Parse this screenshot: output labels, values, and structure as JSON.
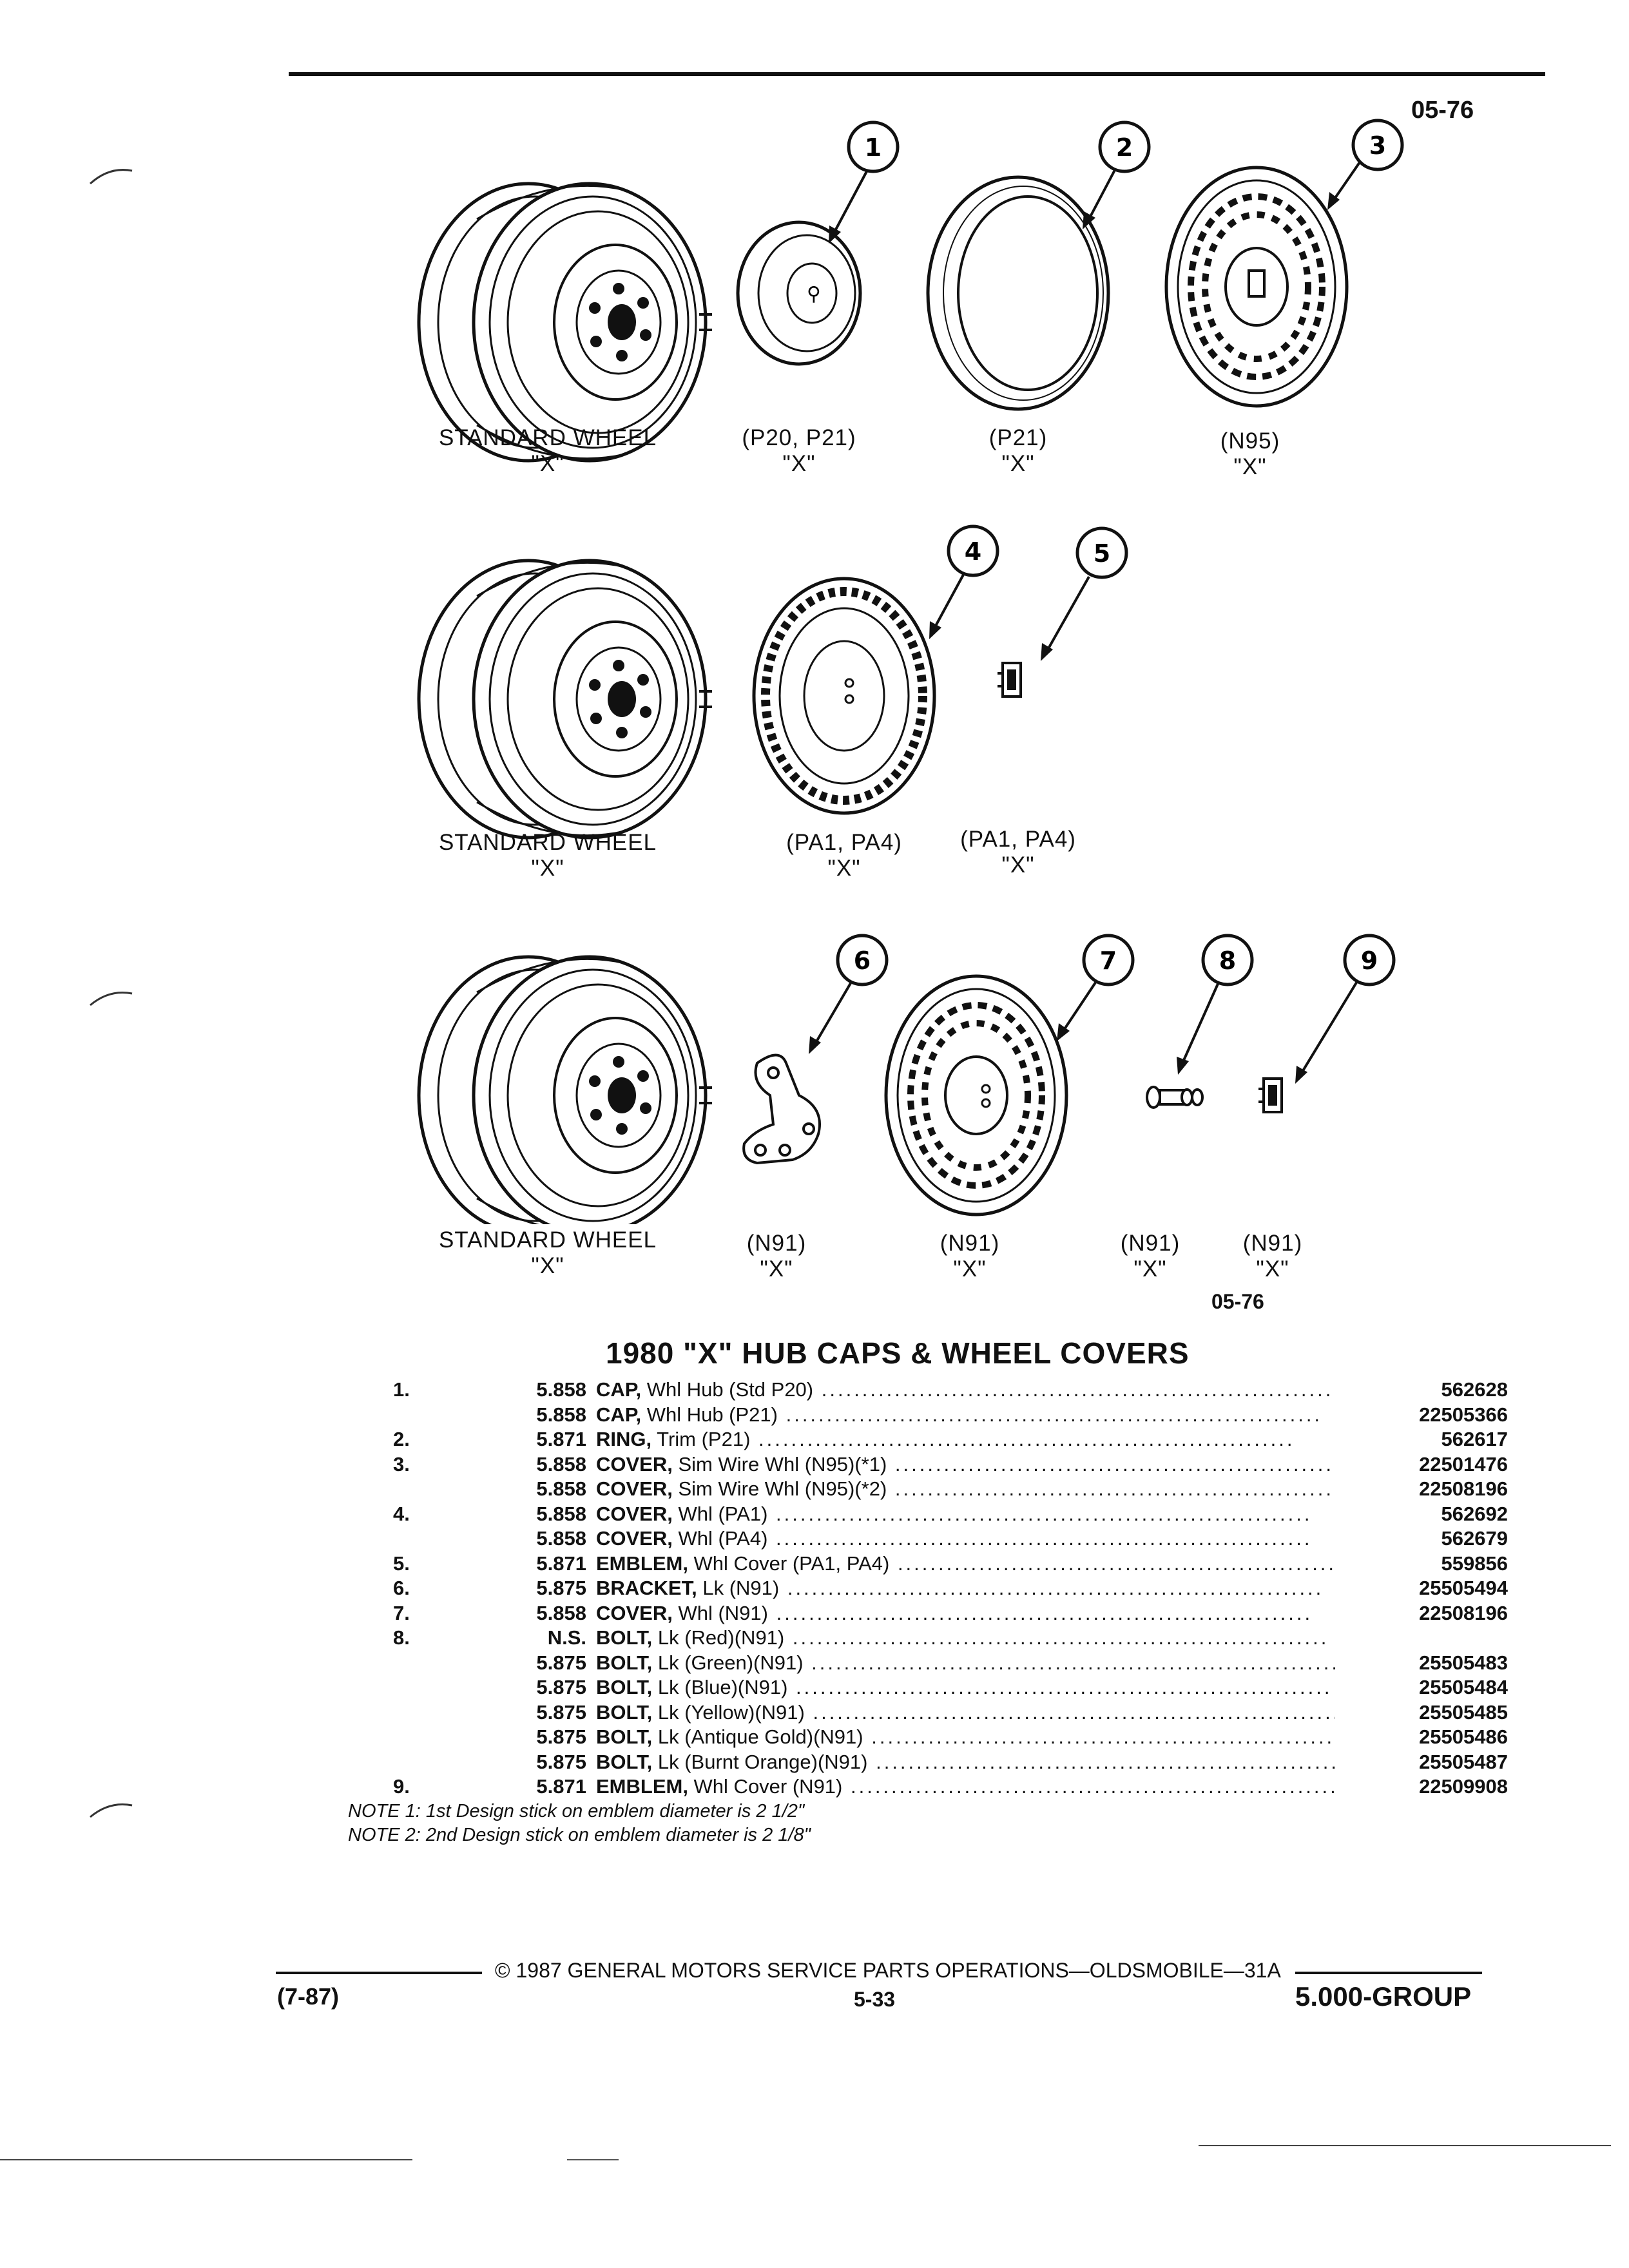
{
  "header": {
    "page_code": "05-76"
  },
  "figure": {
    "callouts": [
      "1",
      "2",
      "3",
      "4",
      "5",
      "6",
      "7",
      "8",
      "9"
    ],
    "row1": [
      {
        "label": "STANDARD WHEEL",
        "x": "\"X\""
      },
      {
        "label": "(P20, P21)",
        "x": "\"X\""
      },
      {
        "label": "(P21)",
        "x": "\"X\""
      },
      {
        "label": "(N95)",
        "x": "\"X\""
      }
    ],
    "row2": [
      {
        "label": "STANDARD WHEEL",
        "x": "\"X\""
      },
      {
        "label": "(PA1, PA4)",
        "x": "\"X\""
      },
      {
        "label": "(PA1, PA4)",
        "x": "\"X\""
      }
    ],
    "row3": [
      {
        "label": "STANDARD WHEEL",
        "x": "\"X\""
      },
      {
        "label": "(N91)",
        "x": "\"X\""
      },
      {
        "label": "(N91)",
        "x": "\"X\""
      },
      {
        "label": "(N91)",
        "x": "\"X\""
      },
      {
        "label": "(N91)",
        "x": "\"X\""
      }
    ],
    "figure_code": "05-76"
  },
  "table": {
    "title": "1980 \"X\" HUB CAPS & WHEEL COVERS",
    "rows": [
      {
        "item": "1.",
        "group": "5.858",
        "name": "CAP,",
        "desc": " Whl Hub (Std P20)",
        "part": "562628"
      },
      {
        "item": "",
        "group": "5.858",
        "name": "CAP,",
        "desc": " Whl Hub (P21)",
        "part": "22505366"
      },
      {
        "item": "2.",
        "group": "5.871",
        "name": "RING,",
        "desc": " Trim (P21)",
        "part": "562617"
      },
      {
        "item": "3.",
        "group": "5.858",
        "name": "COVER,",
        "desc": " Sim Wire Whl (N95)(*1)",
        "part": "22501476"
      },
      {
        "item": "",
        "group": "5.858",
        "name": "COVER,",
        "desc": " Sim Wire Whl (N95)(*2)",
        "part": "22508196"
      },
      {
        "item": "4.",
        "group": "5.858",
        "name": "COVER,",
        "desc": " Whl (PA1)",
        "part": "562692"
      },
      {
        "item": "",
        "group": "5.858",
        "name": "COVER,",
        "desc": " Whl (PA4)",
        "part": "562679"
      },
      {
        "item": "5.",
        "group": "5.871",
        "name": "EMBLEM,",
        "desc": " Whl Cover (PA1, PA4)",
        "part": "559856"
      },
      {
        "item": "6.",
        "group": "5.875",
        "name": "BRACKET,",
        "desc": " Lk (N91)",
        "part": "25505494"
      },
      {
        "item": "7.",
        "group": "5.858",
        "name": "COVER,",
        "desc": " Whl (N91)",
        "part": "22508196"
      },
      {
        "item": "8.",
        "group": "N.S.",
        "name": "BOLT,",
        "desc": " Lk (Red)(N91)",
        "part": ""
      },
      {
        "item": "",
        "group": "5.875",
        "name": "BOLT,",
        "desc": " Lk (Green)(N91)",
        "part": "25505483"
      },
      {
        "item": "",
        "group": "5.875",
        "name": "BOLT,",
        "desc": " Lk (Blue)(N91)",
        "part": "25505484"
      },
      {
        "item": "",
        "group": "5.875",
        "name": "BOLT,",
        "desc": " Lk (Yellow)(N91)",
        "part": "25505485"
      },
      {
        "item": "",
        "group": "5.875",
        "name": "BOLT,",
        "desc": " Lk (Antique Gold)(N91)",
        "part": "25505486"
      },
      {
        "item": "",
        "group": "5.875",
        "name": "BOLT,",
        "desc": " Lk (Burnt Orange)(N91)",
        "part": "25505487"
      },
      {
        "item": "9.",
        "group": "5.871",
        "name": "EMBLEM,",
        "desc": " Whl Cover (N91)",
        "part": "22509908"
      }
    ],
    "notes": [
      "NOTE 1: 1st Design stick on emblem diameter is 2 1/2\"",
      "NOTE 2: 2nd Design stick on emblem diameter is 2 1/8\""
    ]
  },
  "footer": {
    "copyright": "© 1987 GENERAL MOTORS SERVICE PARTS OPERATIONS—OLDSMOBILE—31A",
    "date": "(7-87)",
    "page": "5-33",
    "group": "5.000-GROUP"
  }
}
